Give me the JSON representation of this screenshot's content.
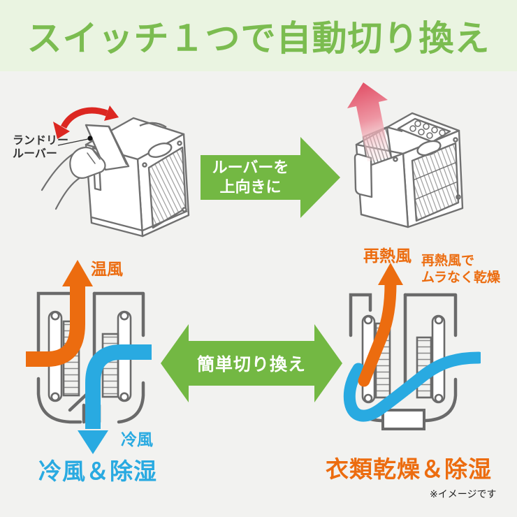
{
  "title": "スイッチ１つで自動切り換え",
  "colors": {
    "header_bg": "#eaf4e1",
    "title_green": "#7bbc50",
    "arrow_green": "#73b843",
    "orange": "#ec6c0f",
    "blue": "#29aae1",
    "red": "#dc2721",
    "bg": "#f2f2f0"
  },
  "top_section": {
    "louver_label_line1": "ランドリー",
    "louver_label_line2": "ルーバー",
    "arrow_label_line1": "ルーバーを",
    "arrow_label_line2": "上向きに"
  },
  "bottom_section": {
    "switch_arrow_label": "簡単切り換え",
    "left_diagram": {
      "warm_air_label": "温風",
      "cold_air_label": "冷風",
      "caption": "冷風＆除湿"
    },
    "right_diagram": {
      "reheat_air_label": "再熱風",
      "note_line1": "再熱風で",
      "note_line2": "ムラなく乾燥",
      "caption": "衣類乾燥＆除湿"
    }
  },
  "footer_note": "※イメージです"
}
